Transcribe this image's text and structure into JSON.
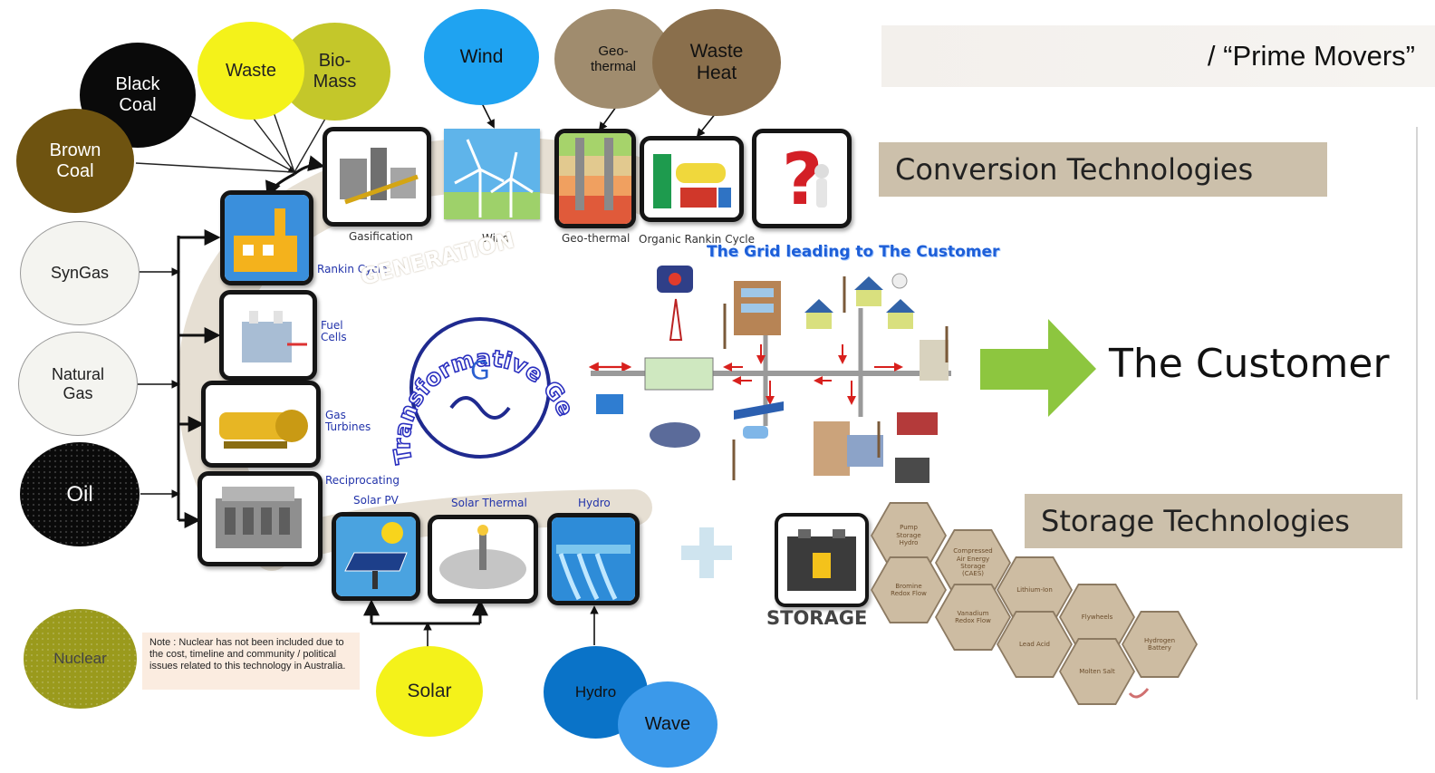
{
  "header": {
    "prime_movers": "/ “Prime Movers”"
  },
  "sections": {
    "conversion": "Conversion Technologies",
    "storage": "Storage Technologies",
    "customer": "The Customer",
    "grid": "The Grid leading to The Customer",
    "generation_band": "GENERATION",
    "storage_label": "STORAGE"
  },
  "ring_text": "Transformative Generation + Storage",
  "generator_letter": "G",
  "fuels": {
    "black_coal": "Black Coal",
    "brown_coal": "Brown Coal",
    "waste": "Waste",
    "biomass": "Bio-Mass",
    "wind": "Wind",
    "geothermal": "Geo-thermal",
    "waste_heat": "Waste Heat",
    "syngas": "SynGas",
    "natural_gas": "Natural Gas",
    "oil": "Oil",
    "nuclear": "Nuclear",
    "solar": "Solar",
    "hydro": "Hydro",
    "wave": "Wave"
  },
  "technologies": {
    "gasification": "Gasification",
    "wind": "Wind",
    "geothermal": "Geo-thermal",
    "orc": "Organic Rankin Cycle",
    "rankin": "Rankin Cycle",
    "fuel_cells": "Fuel Cells",
    "gas_turbines": "Gas Turbines",
    "reciprocating": "Reciprocating",
    "solar_pv": "Solar PV",
    "solar_thermal": "Solar Thermal",
    "hydro": "Hydro"
  },
  "storage_tech": {
    "pump": "Pump Storage Hydro",
    "caes": "Compressed Air Energy Storage (CAES)",
    "bromine": "Bromine Redox Flow",
    "lithium": "Lithium-Ion",
    "vanadium": "Vanadium Redox Flow",
    "flywheels": "Flywheels",
    "lead_acid": "Lead Acid",
    "hydrogen": "Hydrogen Battery",
    "molten_salt": "Molten Salt"
  },
  "note": "Note : Nuclear has not been included due to the cost, timeline and community / political issues related to this technology in Australia.",
  "colors": {
    "black_coal": "#0a0a0a",
    "brown_coal": "#6e5310",
    "waste": "#f4f21a",
    "biomass": "#c4c72a",
    "wind": "#1fa3f1",
    "geothermal": "#a08c6e",
    "waste_heat": "#8a6f4c",
    "gas_fill": "#f4f4f0",
    "nuclear": "#9a9a1c",
    "solar": "#f4f21a",
    "hydro": "#0a73c8",
    "wave": "#3b99ea",
    "header_bg": "#ccc0ab",
    "customer_arrow": "#8dc63f",
    "ring_text": "#2a2fbf",
    "note_bg": "#fbece0"
  },
  "icons": {
    "question": "question-mark-icon",
    "plus": "plus-icon",
    "battery": "battery-icon",
    "arrow": "right-arrow-icon"
  }
}
